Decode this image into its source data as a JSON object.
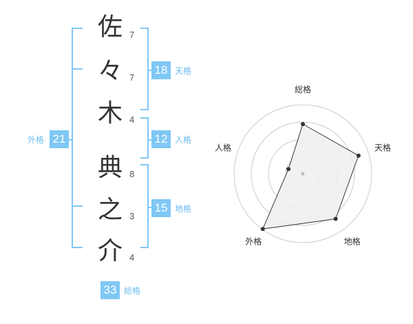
{
  "name": {
    "chars": [
      {
        "char": "佐",
        "strokes": "7"
      },
      {
        "char": "々",
        "strokes": "7"
      },
      {
        "char": "木",
        "strokes": "4"
      },
      {
        "char": "典",
        "strokes": "8"
      },
      {
        "char": "之",
        "strokes": "3"
      },
      {
        "char": "介",
        "strokes": "4"
      }
    ]
  },
  "fortunes": {
    "tenkaku": {
      "value": "18",
      "label": "天格"
    },
    "jinkaku": {
      "value": "12",
      "label": "人格"
    },
    "chikaku": {
      "value": "15",
      "label": "地格"
    },
    "gaikaku": {
      "value": "21",
      "label": "外格"
    },
    "soukaku": {
      "value": "33",
      "label": "総格"
    }
  },
  "chart_data": {
    "type": "radar",
    "axes": [
      "総格",
      "天格",
      "地格",
      "外格",
      "人格"
    ],
    "values": [
      0.72,
      0.85,
      0.81,
      0.99,
      0.22
    ],
    "rings": 4,
    "colors": {
      "fill": "#eeeeee",
      "line": "#333333",
      "grid": "#cccccc",
      "accent": "#7fc7f5"
    }
  }
}
